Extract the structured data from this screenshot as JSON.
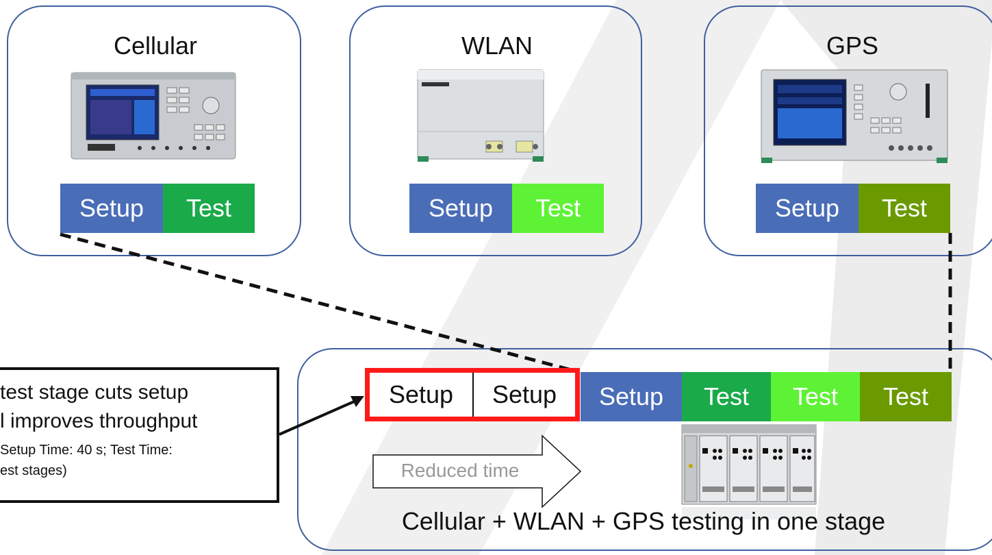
{
  "panels": {
    "cellular": {
      "title": "Cellular",
      "setup": "Setup",
      "test": "Test"
    },
    "wlan": {
      "title": "WLAN",
      "setup": "Setup",
      "test": "Test"
    },
    "gps": {
      "title": "GPS",
      "setup": "Setup",
      "test": "Test"
    }
  },
  "combined": {
    "setup1": "Setup",
    "setup2": "Setup",
    "setup3": "Setup",
    "test1": "Test",
    "test2": "Test",
    "test3": "Test",
    "arrow_label": "Reduced time",
    "caption": "Cellular + WLAN + GPS testing in one stage"
  },
  "callout": {
    "line1": "test stage cuts setup",
    "line2": "l improves throughput",
    "line3": "Setup Time: 40 s; Test Time:",
    "line4": "est stages)"
  },
  "colors": {
    "setup_blue": "#4a6db8",
    "test_cellular_green": "#1aaa4a",
    "test_wlan_green": "#5ef236",
    "test_gps_green": "#6a9a00",
    "highlight_red": "#ff1a1a",
    "panel_border": "#3f5f9f"
  }
}
